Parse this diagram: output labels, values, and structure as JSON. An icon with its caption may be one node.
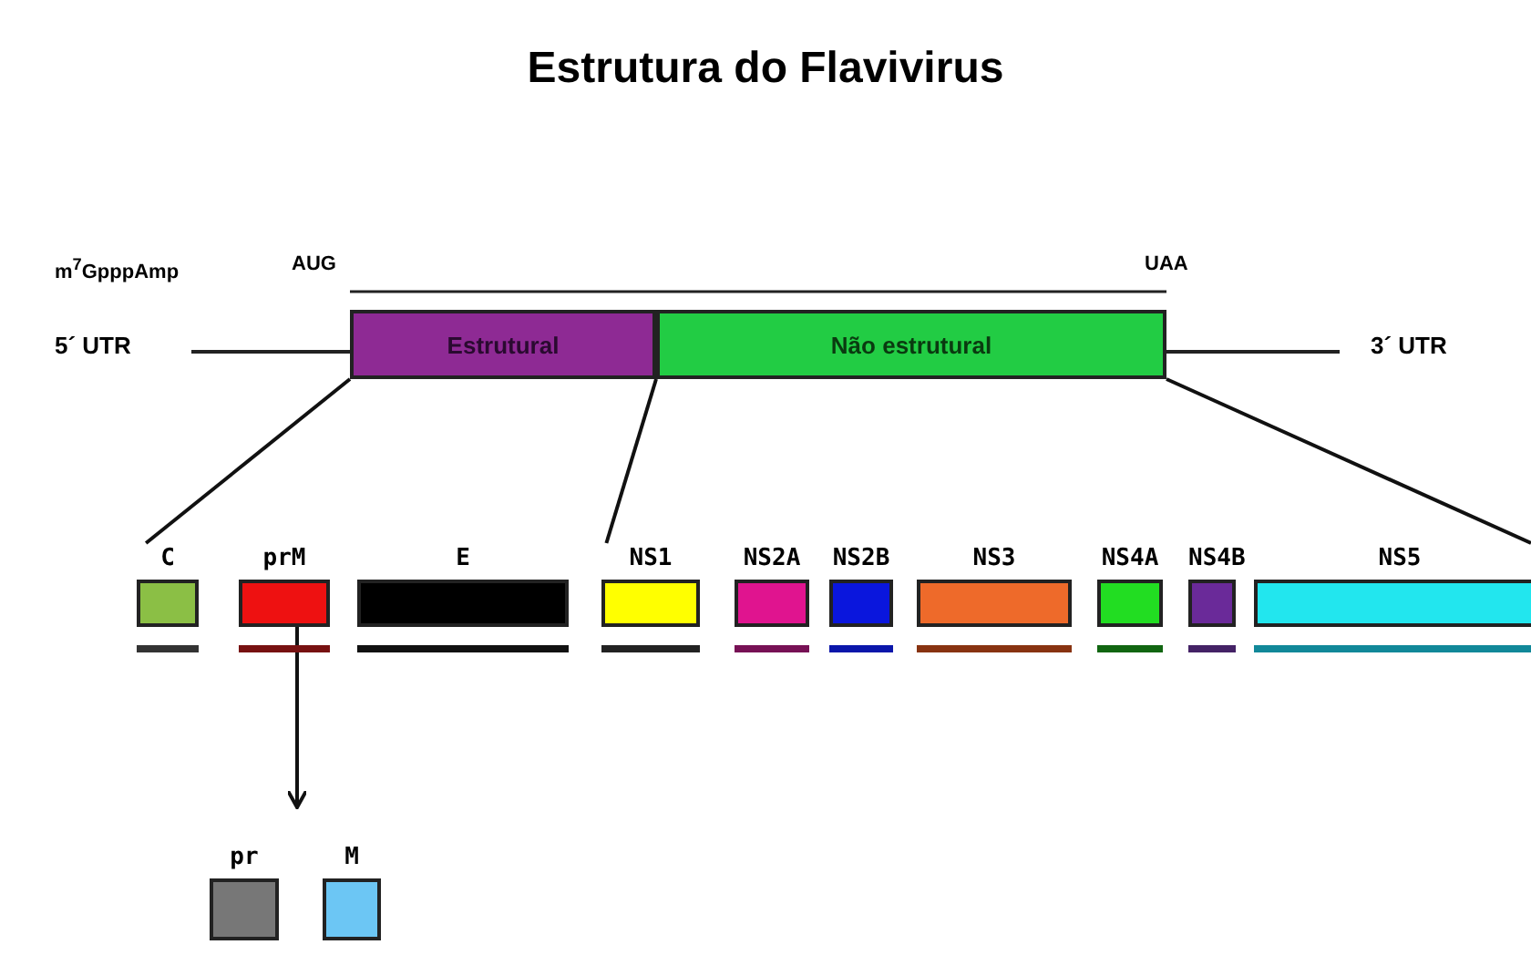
{
  "diagram": {
    "title": "Estrutura do Flavivirus",
    "nodes": [
      {
        "text": [
          "Estrutural"
        ]
      },
      {
        "text": [
          "Não estrutural"
        ]
      },
      {
        "text": [
          "C"
        ]
      },
      {
        "text": [
          "prM"
        ]
      },
      {
        "text": [
          "E"
        ]
      },
      {
        "text": [
          "NS1"
        ]
      },
      {
        "text": [
          "NS2A"
        ]
      },
      {
        "text": [
          "NS2B"
        ]
      },
      {
        "text": [
          "NS3"
        ]
      },
      {
        "text": [
          "NS4A"
        ]
      },
      {
        "text": [
          "NS4B"
        ]
      },
      {
        "text": [
          "NS5"
        ]
      },
      {
        "text": [
          "pr"
        ]
      },
      {
        "text": [
          "M"
        ]
      }
    ],
    "edges": [
      {
        "from": 0,
        "to": 2,
        "arrow": "none"
      },
      {
        "from": 1,
        "to": 5,
        "arrow": "none"
      },
      {
        "from": 1,
        "to": 11,
        "arrow": "none"
      },
      {
        "from": 3,
        "to": null,
        "arrow": "to"
      }
    ],
    "labels": [
      "m$^{7}$GpppAmp",
      "AUG",
      "UAA",
      "5´ UTR",
      "3´ UTR"
    ]
  }
}
